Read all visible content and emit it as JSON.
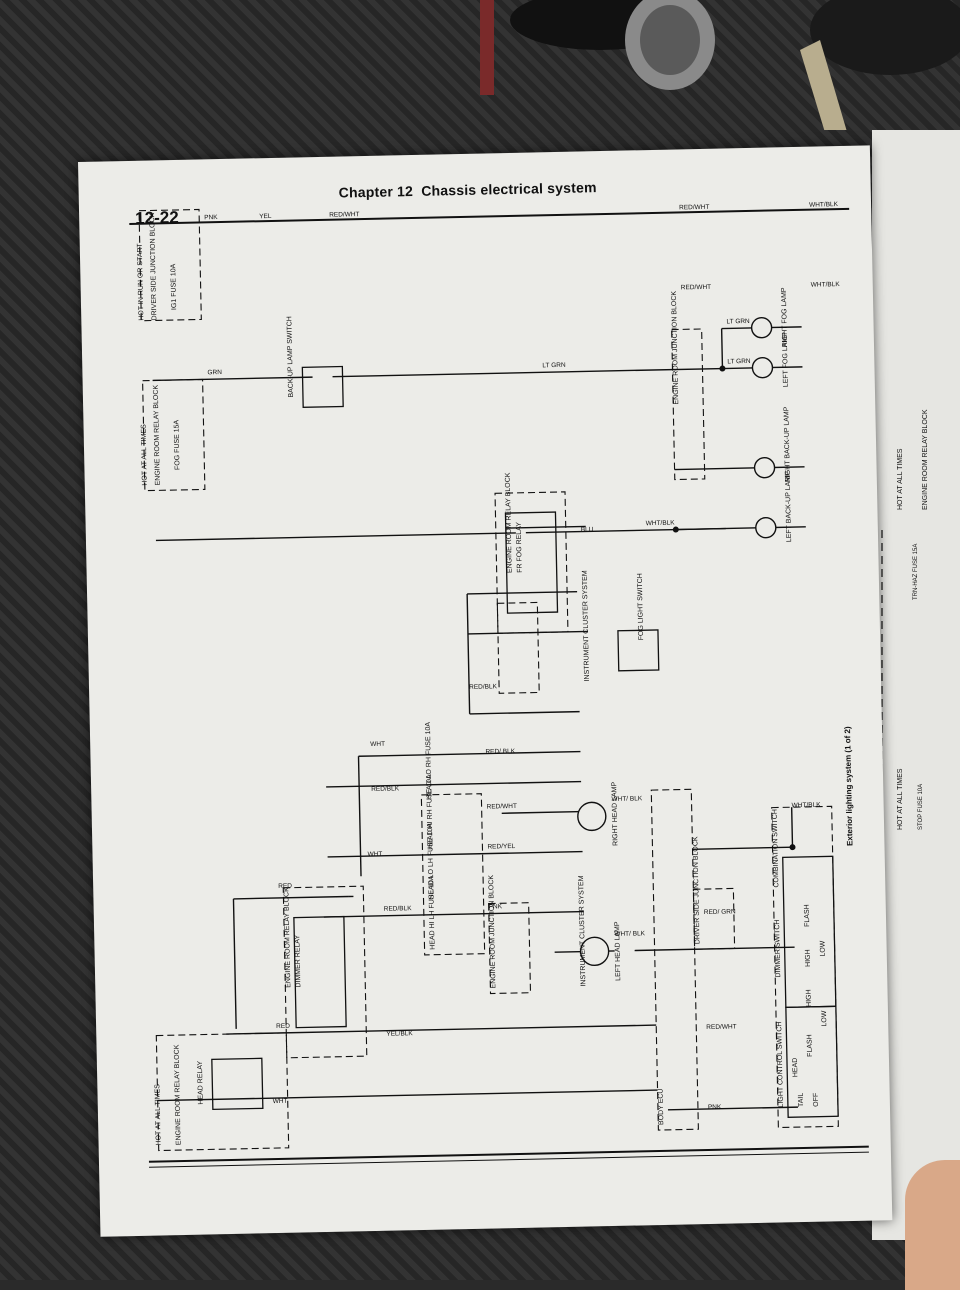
{
  "page": {
    "number": "12-22",
    "chapter": "Chapter 12",
    "title": "Chassis electrical system"
  },
  "caption": "Exterior lighting system (1 of 2)",
  "labels": {
    "hot_at_all_times": "HOT AT ALL TIMES",
    "hot_in_run": "HOT IN RUN OR START",
    "engine_room_relay_block": "ENGINE ROOM RELAY BLOCK",
    "engine_room_junction_block": "ENGINE ROOM JUNCTION BLOCK",
    "driver_side_junction_block": "DRIVER SIDE JUNCTION BLOCK",
    "fog_fuse": "FOG FUSE 15A",
    "ig1_fuse": "IG1 FUSE 10A",
    "trn_haz_fuse": "TRN-HAZ FUSE 15A",
    "stop_fuse": "STOP FUSE 10A",
    "head_relay": "HEAD RELAY",
    "dimmer_relay": "DIMMER RELAY",
    "fr_fog_relay": "FR FOG RELAY",
    "backup_lamp_switch": "BACK-UP LAMP SWITCH",
    "fog_light_switch": "FOG LIGHT SWITCH",
    "right_backup_lamp": "RIGHT BACK-UP LAMP",
    "left_backup_lamp": "LEFT BACK-UP LAMP",
    "right_fog_lamp": "RIGHT FOG LAMP",
    "left_fog_lamp": "LEFT FOG LAMP",
    "right_head_lamp": "RIGHT HEAD LAMP",
    "left_head_lamp": "LEFT HEAD LAMP",
    "instrument_cluster": "INSTRUMENT CLUSTER SYSTEM",
    "body_ecu": "BODY ECU",
    "combination_switch": "COMBINATION SWITCH",
    "dimmer_switch": "DIMMER SWITCH",
    "light_control_switch": "LIGHT CONTROL SWITCH",
    "head_lo_rh": "HEAD LO RH FUSE 10A",
    "head_hi_rh": "HEAD HI RH FUSE 10A",
    "head_lo_lh": "HEAD LO LH FUSE 10A",
    "head_hi_lh": "HEAD HI LH FUSE 10A",
    "sw_high": "HIGH",
    "sw_flash": "FLASH",
    "sw_low": "LOW",
    "sw_tail": "TAIL",
    "sw_off": "OFF",
    "sw_head": "HEAD"
  },
  "wires": {
    "wht": "WHT",
    "red": "RED",
    "grn": "GRN",
    "pnk": "PNK",
    "yel": "YEL",
    "red_wht": "RED/WHT",
    "red_blk": "RED/BLK",
    "red_yel": "RED/YEL",
    "yel_blk": "YEL/BLK",
    "lt_grn": "LT GRN",
    "blu": "BLU",
    "wht_blk": "WHT/BLK",
    "red_grn": "RED/ GRN",
    "wht_blk2": "WHT/ BLK",
    "red_blk2": "RED/ BLK"
  }
}
